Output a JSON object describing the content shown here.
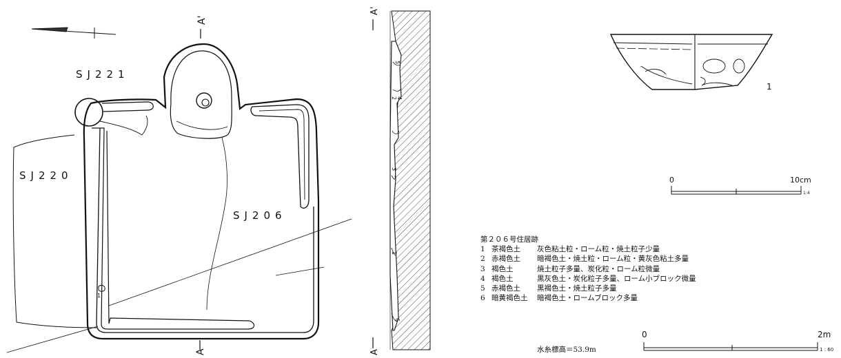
{
  "plan": {
    "section_top_label": "A'",
    "section_bottom_label": "A",
    "feature_labels": {
      "sj221": "SJ221",
      "sj220": "SJ220",
      "sj206": "SJ206"
    },
    "find_number": "1"
  },
  "section": {
    "top_label": "A'",
    "bottom_label": "A",
    "layer_numbers": [
      "5",
      "2",
      "4",
      "3",
      "1",
      "6"
    ]
  },
  "pottery": {
    "find_number": "1"
  },
  "scale_small": {
    "start": "0",
    "end": "10cm",
    "ratio": "1:4"
  },
  "scale_large": {
    "start": "0",
    "end": "2m",
    "ratio": "1 : 60"
  },
  "legend": {
    "title": "第２０６号住居跡",
    "rows": [
      {
        "num": "1",
        "name": "茶褐色土",
        "desc": "灰色粘土粒・ローム粒・焼土粒子少量"
      },
      {
        "num": "2",
        "name": "赤褐色土",
        "desc": "暗褐色土・焼土粒・ローム粒・黄灰色粘土多量"
      },
      {
        "num": "3",
        "name": "褐色土",
        "desc": "焼土粒子多量、炭化粒・ローム粒微量"
      },
      {
        "num": "4",
        "name": "褐色土",
        "desc": "黒灰色土・炭化粒子多量、ローム小ブロック微量"
      },
      {
        "num": "5",
        "name": "赤褐色土",
        "desc": "黒褐色土・焼土粒子多量"
      },
      {
        "num": "6",
        "name": "暗黄褐色土",
        "desc": "暗褐色土・ロームブロック多量"
      }
    ]
  },
  "datum": "水糸標高＝53.9m"
}
